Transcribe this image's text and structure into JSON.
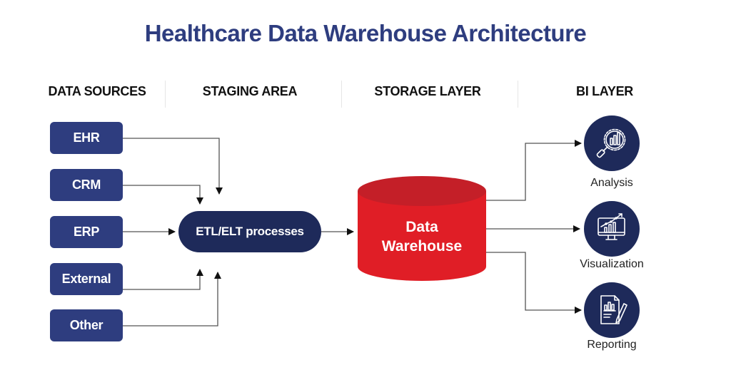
{
  "title": "Healthcare Data Warehouse Architecture",
  "columns": [
    {
      "label": "DATA SOURCES"
    },
    {
      "label": "STAGING AREA"
    },
    {
      "label": "STORAGE LAYER"
    },
    {
      "label": "BI LAYER"
    }
  ],
  "sources": [
    {
      "label": "EHR"
    },
    {
      "label": "CRM"
    },
    {
      "label": "ERP"
    },
    {
      "label": "External"
    },
    {
      "label": "Other"
    }
  ],
  "staging": {
    "label": "ETL/ELT processes"
  },
  "storage": {
    "line1": "Data",
    "line2": "Warehouse"
  },
  "bi": [
    {
      "label": "Analysis",
      "icon": "magnifier-chart-icon"
    },
    {
      "label": "Visualization",
      "icon": "monitor-chart-icon"
    },
    {
      "label": "Reporting",
      "icon": "report-pencil-icon"
    }
  ],
  "colors": {
    "title": "#2e3d7f",
    "source_box": "#2e3d7f",
    "etl_pill": "#1e2a5a",
    "warehouse": "#e01e26",
    "warehouse_top": "#c41f28",
    "bi_circle": "#1e2a5a"
  }
}
